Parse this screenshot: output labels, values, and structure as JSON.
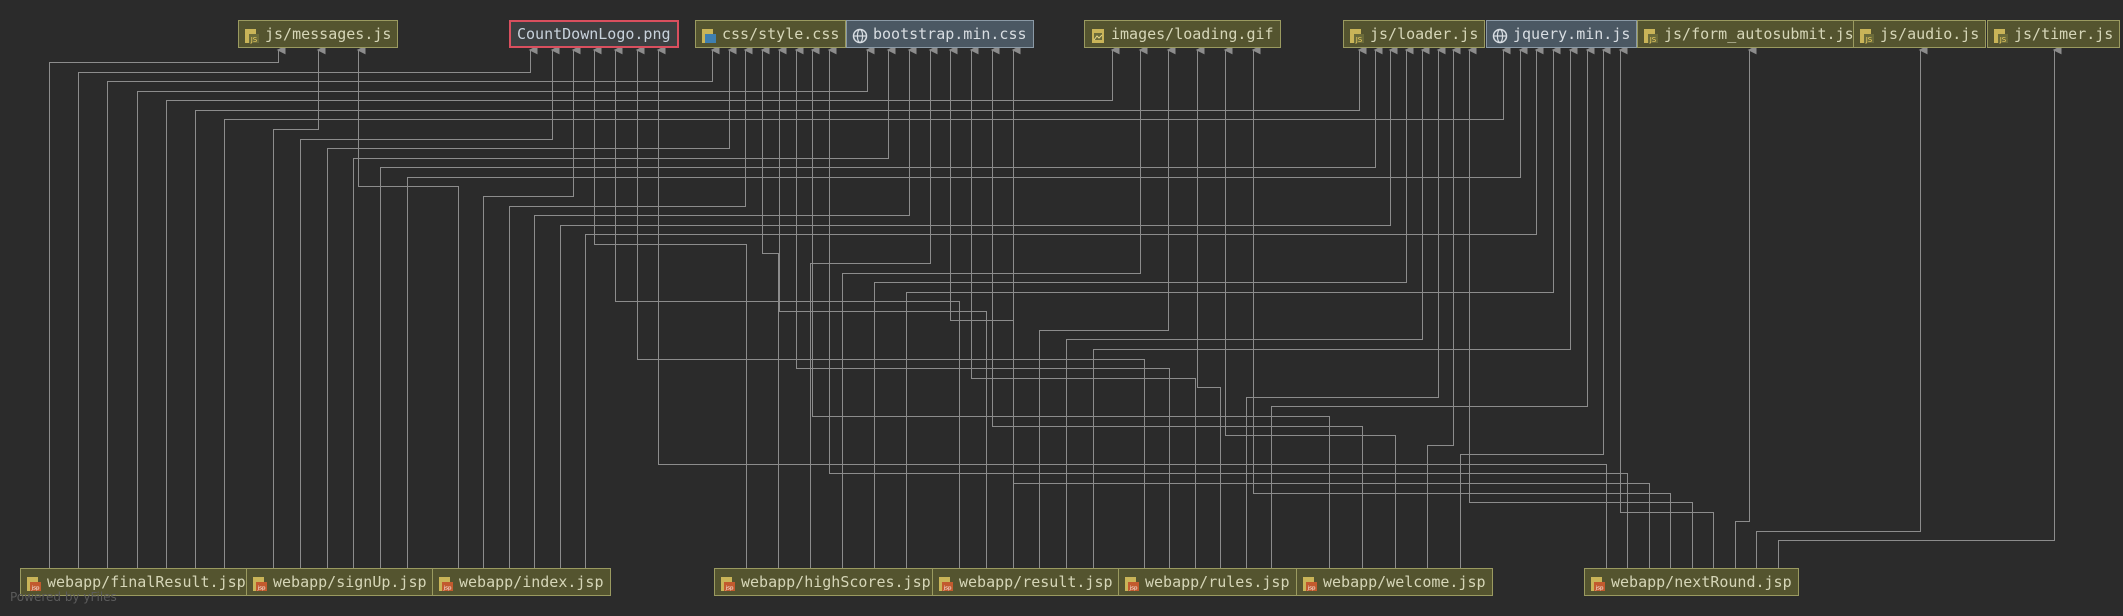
{
  "diagram": {
    "watermark": "Powered by yFiles",
    "colors": {
      "background": "#2b2b2b",
      "edge": "#8c8c8c",
      "node_fill": "#54542f",
      "library_fill": "#4b5863",
      "selected_border": "#d94f5e"
    },
    "targets": [
      {
        "id": "t1",
        "label": "js/messages.js",
        "icon": "js-file-icon"
      },
      {
        "id": "t2",
        "label": "CountDownLogo.png",
        "icon": "",
        "selected": true
      },
      {
        "id": "t3",
        "label": "css/style.css",
        "icon": "css-file-icon"
      },
      {
        "id": "t4",
        "label": "bootstrap.min.css",
        "icon": "globe-icon",
        "library": true
      },
      {
        "id": "t5",
        "label": "images/loading.gif",
        "icon": "image-file-icon"
      },
      {
        "id": "t6",
        "label": "js/loader.js",
        "icon": "js-file-icon"
      },
      {
        "id": "t7",
        "label": "jquery.min.js",
        "icon": "globe-icon",
        "library": true
      },
      {
        "id": "t8",
        "label": "js/form_autosubmit.js",
        "icon": "js-file-icon"
      },
      {
        "id": "t9",
        "label": "js/audio.js",
        "icon": "js-file-icon"
      },
      {
        "id": "t10",
        "label": "js/timer.js",
        "icon": "js-file-icon"
      }
    ],
    "sources": [
      {
        "id": "s1",
        "label": "webapp/finalResult.jsp",
        "icon": "jsp-file-icon"
      },
      {
        "id": "s2",
        "label": "webapp/signUp.jsp",
        "icon": "jsp-file-icon"
      },
      {
        "id": "s3",
        "label": "webapp/index.jsp",
        "icon": "jsp-file-icon"
      },
      {
        "id": "s4",
        "label": "webapp/highScores.jsp",
        "icon": "jsp-file-icon"
      },
      {
        "id": "s5",
        "label": "webapp/result.jsp",
        "icon": "jsp-file-icon"
      },
      {
        "id": "s6",
        "label": "webapp/rules.jsp",
        "icon": "jsp-file-icon"
      },
      {
        "id": "s7",
        "label": "webapp/welcome.jsp",
        "icon": "jsp-file-icon"
      },
      {
        "id": "s8",
        "label": "webapp/nextRound.jsp",
        "icon": "jsp-file-icon"
      }
    ],
    "edges": [
      [
        "s1",
        "t1"
      ],
      [
        "s1",
        "t2"
      ],
      [
        "s1",
        "t3"
      ],
      [
        "s1",
        "t4"
      ],
      [
        "s1",
        "t5"
      ],
      [
        "s1",
        "t6"
      ],
      [
        "s1",
        "t7"
      ],
      [
        "s2",
        "t1"
      ],
      [
        "s2",
        "t2"
      ],
      [
        "s2",
        "t3"
      ],
      [
        "s2",
        "t4"
      ],
      [
        "s2",
        "t6"
      ],
      [
        "s2",
        "t7"
      ],
      [
        "s3",
        "t1"
      ],
      [
        "s3",
        "t2"
      ],
      [
        "s3",
        "t3"
      ],
      [
        "s3",
        "t4"
      ],
      [
        "s3",
        "t6"
      ],
      [
        "s3",
        "t7"
      ],
      [
        "s4",
        "t2"
      ],
      [
        "s4",
        "t3"
      ],
      [
        "s4",
        "t4"
      ],
      [
        "s4",
        "t5"
      ],
      [
        "s4",
        "t6"
      ],
      [
        "s4",
        "t7"
      ],
      [
        "s5",
        "t2"
      ],
      [
        "s5",
        "t3"
      ],
      [
        "s5",
        "t4"
      ],
      [
        "s5",
        "t5"
      ],
      [
        "s5",
        "t6"
      ],
      [
        "s5",
        "t7"
      ],
      [
        "s6",
        "t2"
      ],
      [
        "s6",
        "t3"
      ],
      [
        "s6",
        "t4"
      ],
      [
        "s6",
        "t5"
      ],
      [
        "s6",
        "t6"
      ],
      [
        "s6",
        "t7"
      ],
      [
        "s7",
        "t3"
      ],
      [
        "s7",
        "t4"
      ],
      [
        "s7",
        "t5"
      ],
      [
        "s7",
        "t6"
      ],
      [
        "s7",
        "t7"
      ],
      [
        "s8",
        "t2"
      ],
      [
        "s8",
        "t3"
      ],
      [
        "s8",
        "t4"
      ],
      [
        "s8",
        "t5"
      ],
      [
        "s8",
        "t6"
      ],
      [
        "s8",
        "t7"
      ],
      [
        "s8",
        "t8"
      ],
      [
        "s8",
        "t9"
      ],
      [
        "s8",
        "t10"
      ]
    ]
  }
}
